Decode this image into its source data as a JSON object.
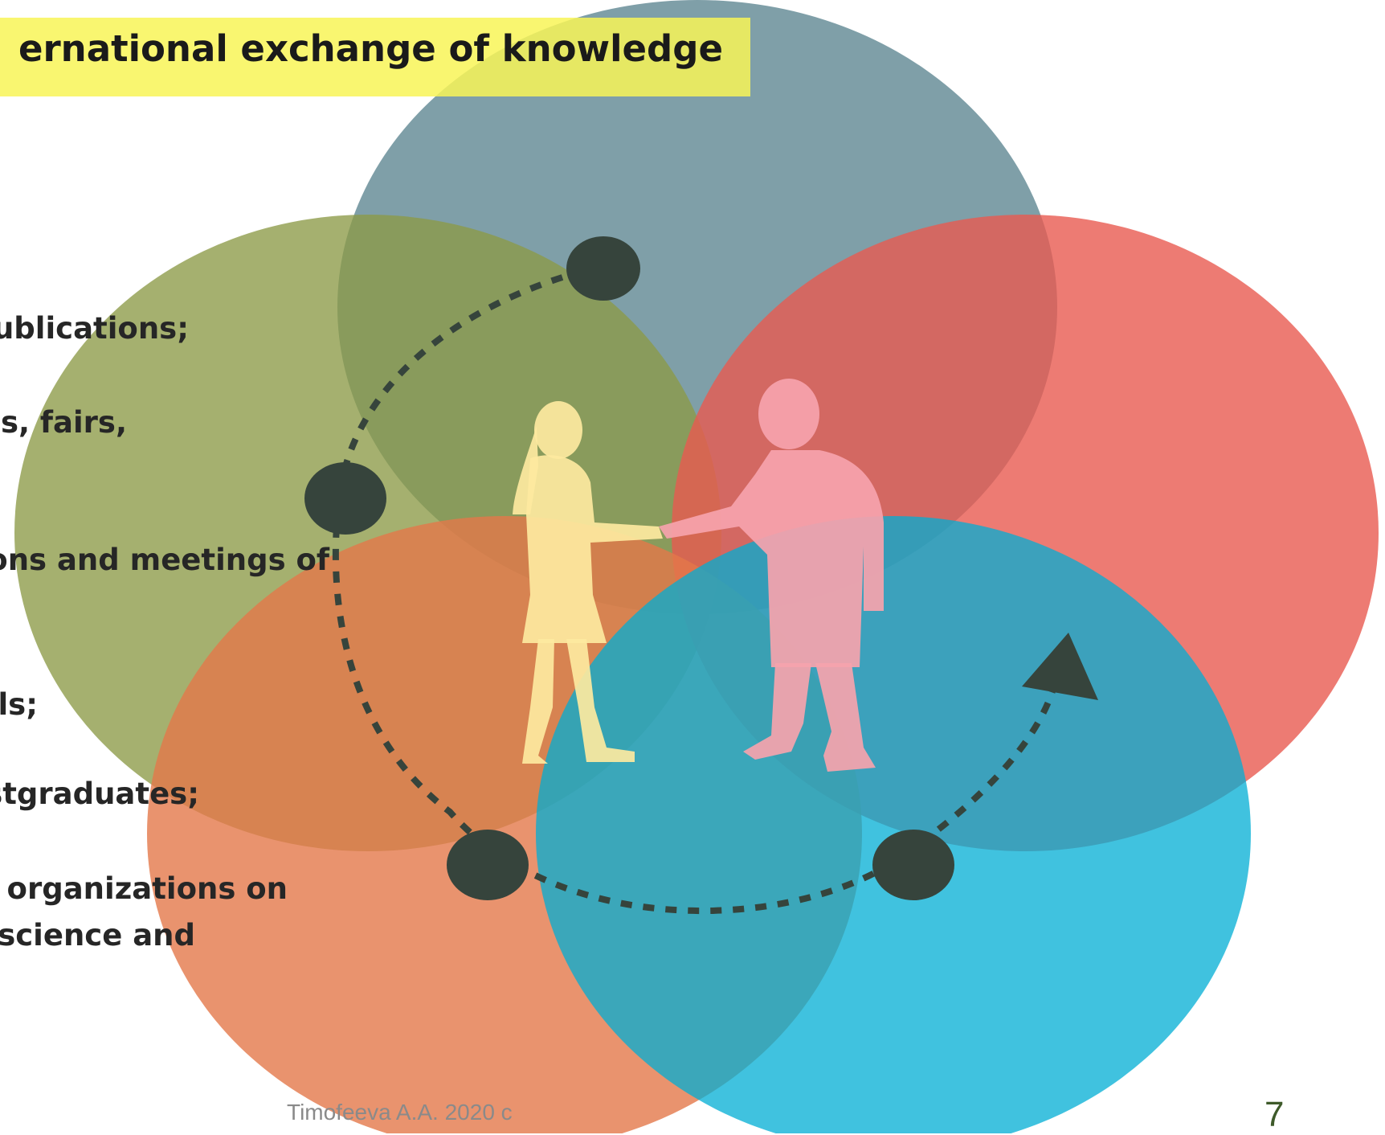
{
  "title": "ernational exchange of knowledge",
  "bullets": [
    "ublications;",
    "ns, fairs,",
    "ons and meetings of",
    "ls;",
    "stgraduates;",
    "l organizations on",
    "science and"
  ],
  "footer": "Timofeeva A.A. 2020 c",
  "page_number": "7",
  "colors": {
    "title_highlight": "#f8f457",
    "circle_top": "#5b8490",
    "circle_left": "#8c9a46",
    "circle_right": "#e85a50",
    "circle_bottom_left": "#e3784a",
    "circle_bottom_right": "#00aed4",
    "nodes": "#36443c",
    "woman_silhouette": "#fde9a0",
    "man_silhouette": "#f6a3ad"
  }
}
